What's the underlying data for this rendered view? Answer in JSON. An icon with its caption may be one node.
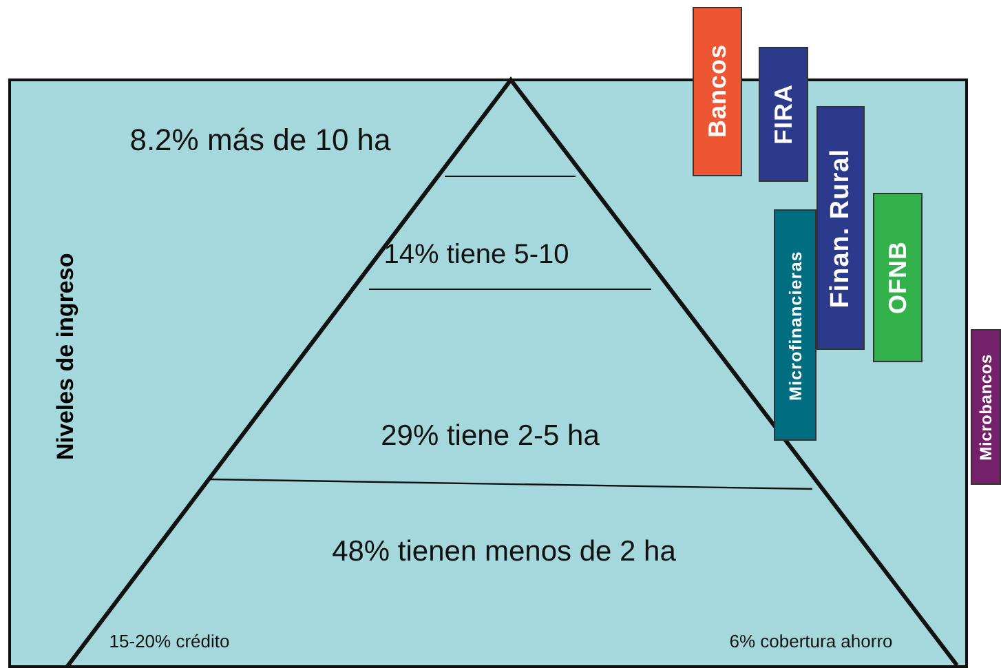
{
  "diagram": {
    "nodes": [
      {
        "text": [
          "Niveles de ingreso"
        ]
      },
      {
        "text": [
          "Bancos"
        ]
      },
      {
        "text": [
          "FIRA"
        ]
      },
      {
        "text": [
          "Finan. Rural"
        ],
        "in": 0
      },
      {
        "text": [
          "OFNB"
        ],
        "in": 0
      },
      {
        "text": [
          "Microfinancieras"
        ],
        "in": 0
      },
      {
        "text": [
          "Microbancos"
        ]
      }
    ],
    "labels": [
      "8.2% más de 10 ha",
      "14% tiene 5-10",
      "29% tiene 2-5 ha",
      "48% tienen menos de 2 ha",
      "15-20% crédito",
      "6% cobertura ahorro"
    ]
  }
}
